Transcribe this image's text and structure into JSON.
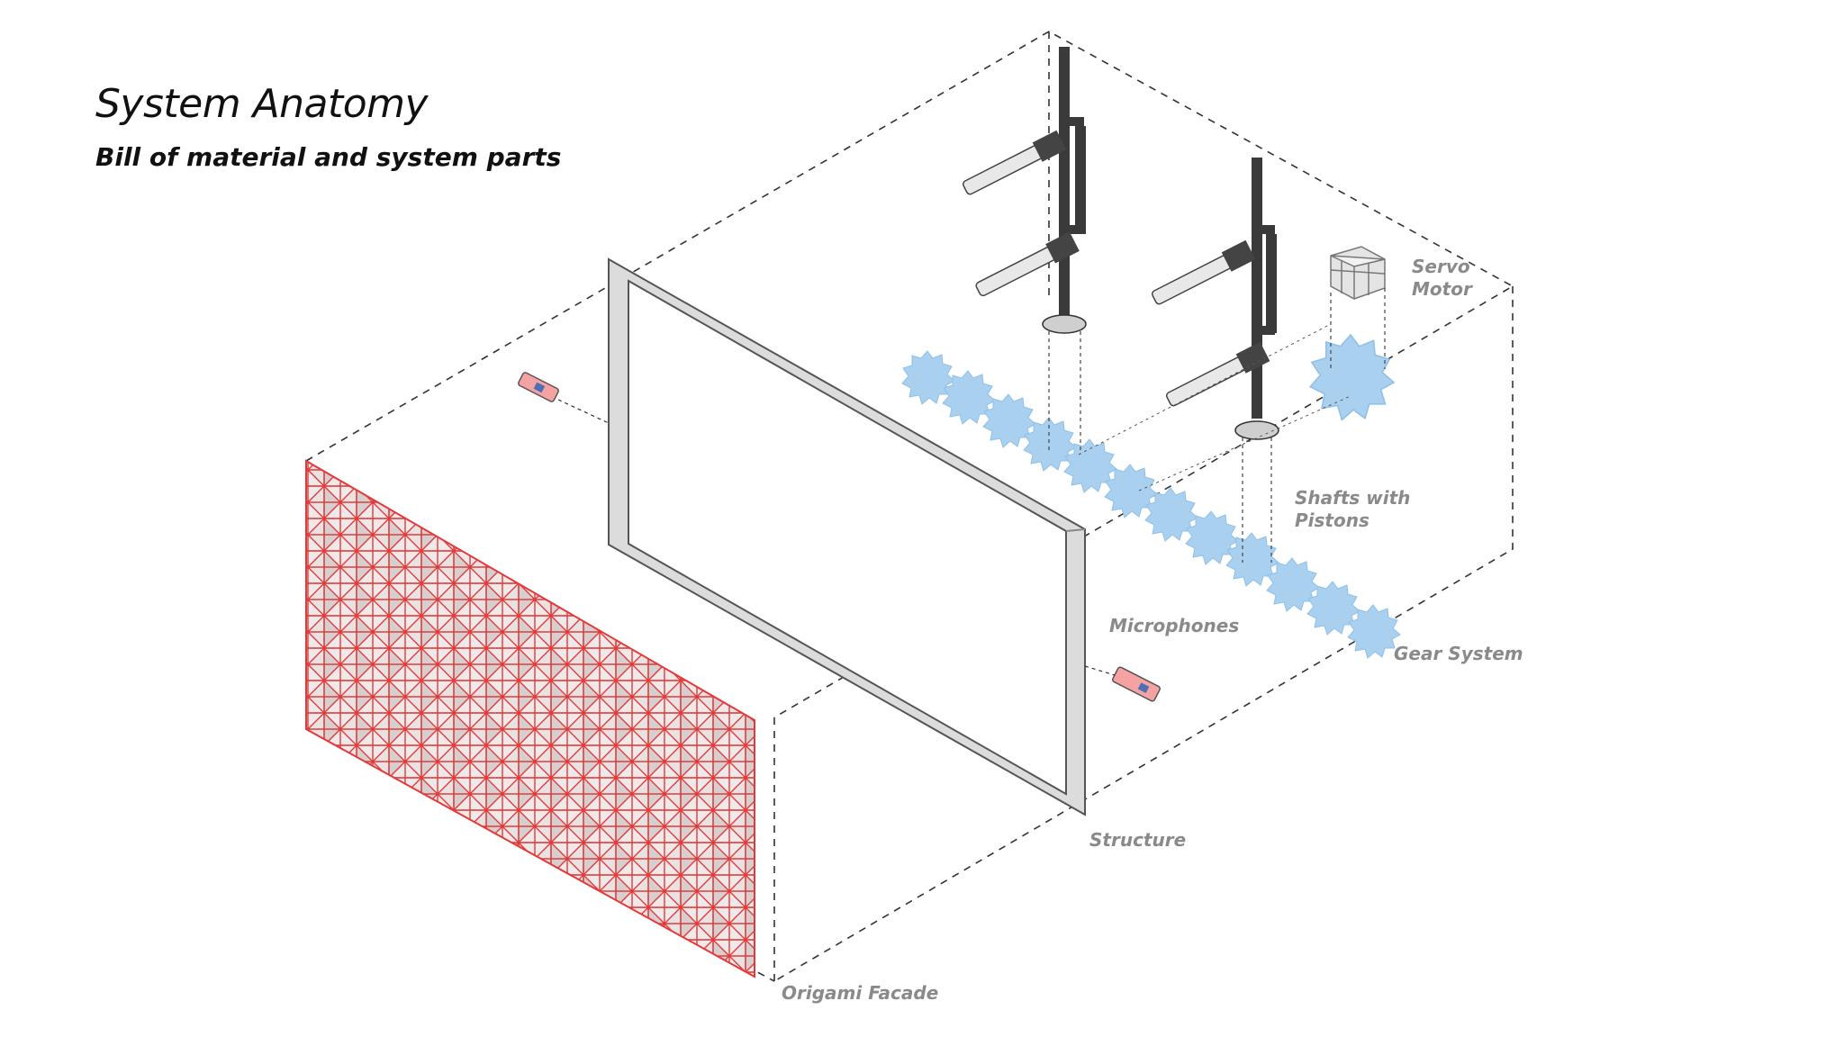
{
  "header": {
    "title": "System Anatomy",
    "subtitle": "Bill of material and system parts"
  },
  "labels": {
    "servo_line1": "Servo",
    "servo_line2": "Motor",
    "shafts_line1": "Shafts with",
    "shafts_line2": "Pistons",
    "microphones": "Microphones",
    "gear_system": "Gear System",
    "structure": "Structure",
    "origami": "Origami Facade"
  },
  "colors": {
    "facade_red": "#e23a3a",
    "gear_blue": "#a9d0ef",
    "frame_gray": "#d9d9d9",
    "label_gray": "#8a8a8a",
    "dash": "#333333"
  },
  "icons": {
    "microphone": "microphone-icon",
    "servo": "servo-motor-icon",
    "gear": "gear-icon",
    "shaft": "shaft-piston-icon"
  }
}
